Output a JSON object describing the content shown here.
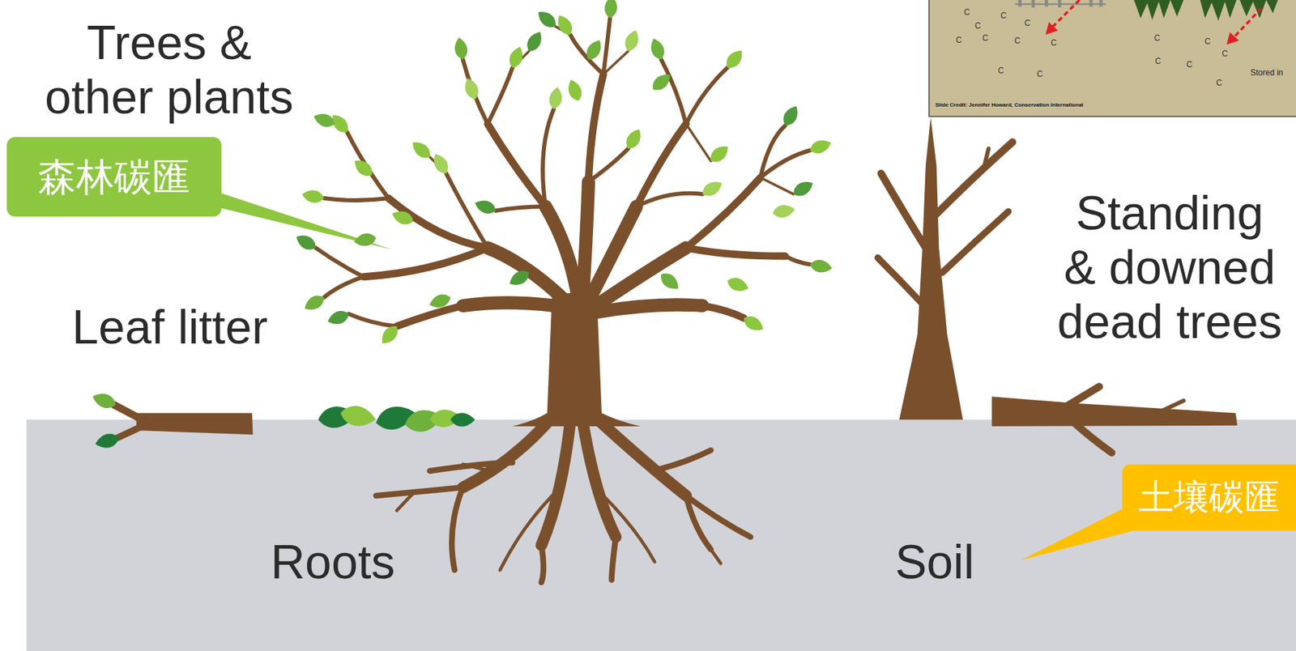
{
  "diagram": {
    "nodes": [
      {
        "text": [
          "森林碳匯"
        ]
      },
      {
        "text": [
          "土壤碳匯"
        ]
      }
    ],
    "labels": [
      "Trees & other plants",
      "Leaf litter",
      "Standing & downed dead trees",
      "Roots",
      "Soil",
      "C",
      "C",
      "C",
      "C",
      "C",
      "C",
      "C",
      "C",
      "C",
      "C",
      "C",
      "C",
      "C",
      "C",
      "C",
      "C",
      "Stored in",
      "Slide Credit: Jennifer Howard, Conservation International"
    ]
  }
}
